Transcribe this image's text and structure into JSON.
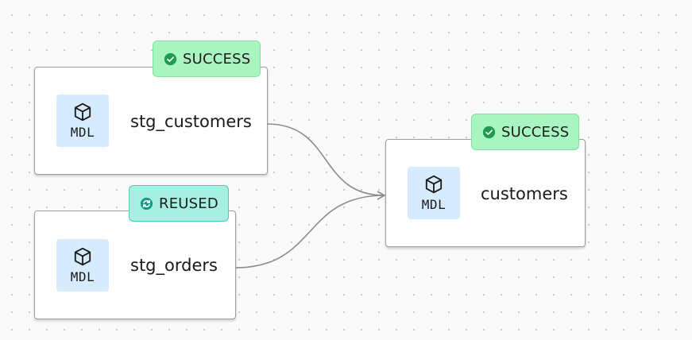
{
  "colors": {
    "success_bg": "#a9f5c1",
    "reused_bg": "#a6f0e3",
    "success_icon": "#1f9a4e",
    "reused_icon": "#159a8a",
    "tile_bg": "#d6ebfd",
    "edge": "#8c8c8c"
  },
  "nodes": {
    "stg_customers": {
      "kind": "MDL",
      "name": "stg_customers",
      "icon": "cube-icon",
      "status": {
        "label": "SUCCESS",
        "icon": "check-circle-icon"
      }
    },
    "stg_orders": {
      "kind": "MDL",
      "name": "stg_orders",
      "icon": "cube-icon",
      "status": {
        "label": "REUSED",
        "icon": "refresh-circle-icon"
      }
    },
    "customers": {
      "kind": "MDL",
      "name": "customers",
      "icon": "cube-icon",
      "status": {
        "label": "SUCCESS",
        "icon": "check-circle-icon"
      }
    }
  },
  "edges": [
    {
      "from": "stg_customers",
      "to": "customers"
    },
    {
      "from": "stg_orders",
      "to": "customers"
    }
  ]
}
